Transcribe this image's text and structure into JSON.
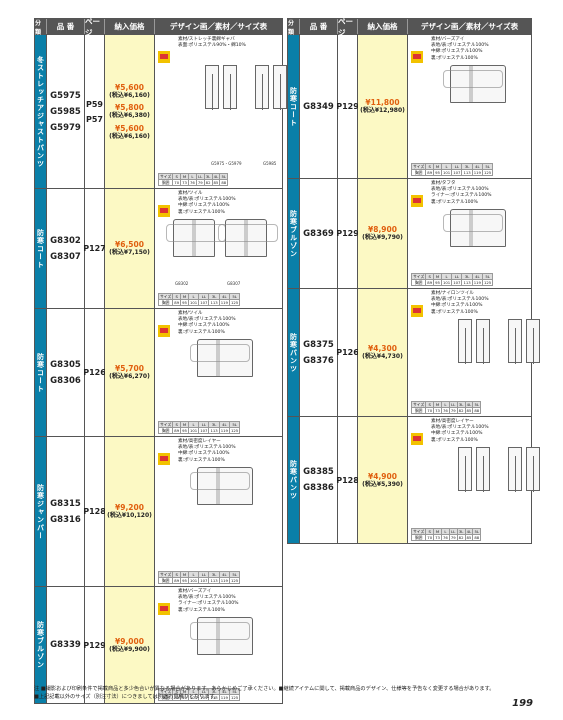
{
  "header": {
    "cat": "分類",
    "code": "品 番",
    "page": "ページ",
    "price": "納入価格",
    "design": "デザイン画／素材／サイズ表"
  },
  "left": [
    {
      "category": "冬ストレッチアジャストパンツ",
      "codes": [
        "G5975",
        "G5985",
        "G5979"
      ],
      "pages": [
        "P59",
        "P57"
      ],
      "prices": [
        {
          "p": "¥5,600",
          "t": "(税込¥6,160)"
        },
        {
          "p": "¥5,800",
          "t": "(税込¥6,380)"
        },
        {
          "p": "¥5,600",
          "t": "(税込¥6,160)"
        }
      ],
      "material": "素材/ストレッチ裏綿ギャバ\n表面:ポリエステル90%・綿10%",
      "captions": [
        "G5975・G5979",
        "G5985"
      ],
      "sizes": [
        [
          "サイズ",
          "S",
          "M",
          "L",
          "LL",
          "3L",
          "4L",
          "5L"
        ],
        [
          "胴囲",
          "70",
          "73",
          "76",
          "79",
          "82",
          "85",
          "88"
        ]
      ]
    },
    {
      "category": "防寒コート",
      "codes": [
        "G8302",
        "G8307"
      ],
      "pages": [
        "P127"
      ],
      "prices": [
        {
          "p": "¥6,500",
          "t": "(税込¥7,150)"
        }
      ],
      "material": "素材/ツイル\n表地/表:ポリエステル100%\n中綿:ポリエステル100%\n裏:ポリエステル100%",
      "captions": [
        "G8302",
        "G8307"
      ],
      "sizes": [
        [
          "サイズ",
          "S",
          "M",
          "L",
          "LL",
          "3L",
          "4L",
          "5L"
        ],
        [
          "胸囲",
          "89",
          "95",
          "101",
          "107",
          "113",
          "119",
          "125"
        ]
      ]
    },
    {
      "category": "防寒コート",
      "codes": [
        "G8305",
        "G8306"
      ],
      "pages": [
        "P126"
      ],
      "prices": [
        {
          "p": "¥5,700",
          "t": "(税込¥6,270)"
        }
      ],
      "material": "素材/ツイル\n表地/表:ポリエステル100%\n中綿:ポリエステル100%\n裏:ポリエステル100%",
      "captions": [],
      "sizes": [
        [
          "サイズ",
          "S",
          "M",
          "L",
          "LL",
          "3L",
          "4L",
          "5L"
        ],
        [
          "胸囲",
          "89",
          "95",
          "101",
          "107",
          "113",
          "119",
          "125"
        ]
      ]
    },
    {
      "category": "防寒ジャンパー",
      "codes": [
        "G8315",
        "G8316"
      ],
      "pages": [
        "P128"
      ],
      "prices": [
        {
          "p": "¥9,200",
          "t": "(税込¥10,120)"
        }
      ],
      "material": "素材/高密度レイヤー\n表地/表:ポリエステル100%\n中綿:ポリエステル100%\n裏:ポリエステル100%",
      "captions": [],
      "sizes": [
        [
          "サイズ",
          "S",
          "M",
          "L",
          "LL",
          "3L",
          "4L",
          "5L"
        ],
        [
          "胸囲",
          "89",
          "95",
          "101",
          "107",
          "113",
          "119",
          "125"
        ]
      ]
    },
    {
      "category": "防寒ブルゾン",
      "codes": [
        "G8339"
      ],
      "pages": [
        "P129"
      ],
      "prices": [
        {
          "p": "¥9,000",
          "t": "(税込¥9,900)"
        }
      ],
      "material": "素材/バーズアイ\n表地/表:ポリエステル100%\nライナー:ポリエステル100%\n裏:ポリエステル100%",
      "captions": [],
      "sizes": [
        [
          "サイズ",
          "S",
          "M",
          "L",
          "LL",
          "3L",
          "4L",
          "5L"
        ],
        [
          "胸囲",
          "89",
          "95",
          "101",
          "107",
          "113",
          "119",
          "125"
        ]
      ]
    }
  ],
  "right": [
    {
      "category": "防寒コート",
      "codes": [
        "G8349"
      ],
      "pages": [
        "P129"
      ],
      "prices": [
        {
          "p": "¥11,800",
          "t": "(税込¥12,980)"
        }
      ],
      "material": "素材/バーズアイ\n表地/表:ポリエステル100%\n中綿:ポリエステル100%\n裏:ポリエステル100%",
      "sizes": [
        [
          "サイズ",
          "S",
          "M",
          "L",
          "LL",
          "3L",
          "4L",
          "5L"
        ],
        [
          "胸囲",
          "89",
          "95",
          "101",
          "107",
          "113",
          "119",
          "125"
        ]
      ]
    },
    {
      "category": "防寒ブルゾン",
      "codes": [
        "G8369"
      ],
      "pages": [
        "P129"
      ],
      "prices": [
        {
          "p": "¥8,900",
          "t": "(税込¥9,790)"
        }
      ],
      "material": "素材/タフタ\n表地/表:ポリエステル100%\nライナー:ポリエステル100%\n裏:ポリエステル100%",
      "sizes": [
        [
          "サイズ",
          "S",
          "M",
          "L",
          "LL",
          "3L",
          "4L",
          "5L"
        ],
        [
          "胸囲",
          "89",
          "95",
          "101",
          "107",
          "113",
          "119",
          "125"
        ]
      ]
    },
    {
      "category": "防寒パンツ",
      "codes": [
        "G8375",
        "G8376"
      ],
      "pages": [
        "P126"
      ],
      "prices": [
        {
          "p": "¥4,300",
          "t": "(税込¥4,730)"
        }
      ],
      "material": "素材/ナイロンツイル\n表地/表:ポリエステル100%\n中綿:ポリエステル100%\n裏:ポリエステル100%",
      "sizes": [
        [
          "サイズ",
          "S",
          "M",
          "L",
          "LL",
          "3L",
          "4L",
          "5L"
        ],
        [
          "胴囲",
          "70",
          "73",
          "76",
          "79",
          "82",
          "85",
          "88"
        ]
      ]
    },
    {
      "category": "防寒パンツ",
      "codes": [
        "G8385",
        "G8386"
      ],
      "pages": [
        "P128"
      ],
      "prices": [
        {
          "p": "¥4,900",
          "t": "(税込¥5,390)"
        }
      ],
      "material": "素材/高密度レイヤー\n表地/表:ポリエステル100%\n中綿:ポリエステル100%\n裏:ポリエステル100%",
      "sizes": [
        [
          "サイズ",
          "S",
          "M",
          "L",
          "LL",
          "3L",
          "4L",
          "5L"
        ],
        [
          "胴囲",
          "70",
          "73",
          "76",
          "79",
          "82",
          "85",
          "88"
        ]
      ]
    }
  ],
  "footer": {
    "line1": "注 ■撮影および印刷条件で掲載商品と多少色合いが異なる場合があります。あらかじめご了承ください。■継続アイテムに関して、掲載商品のデザイン、仕様等を予告なく変更する場合があります。",
    "line2": "■上記記載以外のサイズ（別注寸法）につきましては別途お見積りとなります。",
    "page_number": "199"
  },
  "colors": {
    "category_bg": "#0a7fa8",
    "price_bg": "#fcf9c4",
    "price_text": "#e0600f"
  }
}
